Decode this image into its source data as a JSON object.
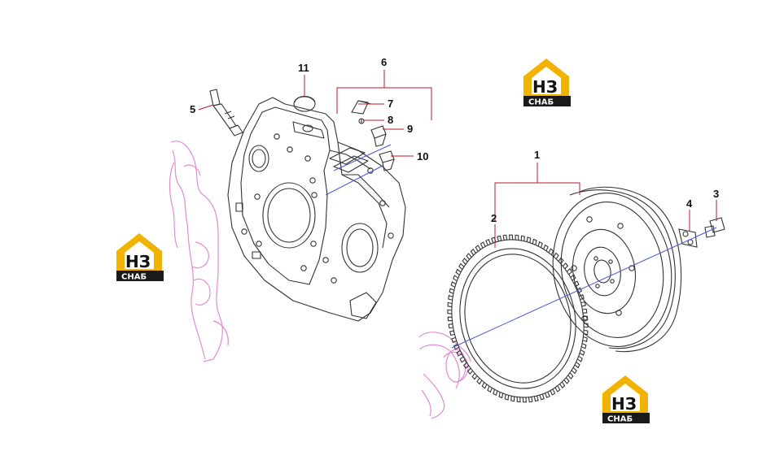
{
  "callouts": {
    "c1": "1",
    "c2": "2",
    "c3": "3",
    "c4": "4",
    "c5": "5",
    "c6": "6",
    "c7": "7",
    "c8": "8",
    "c9": "9",
    "c10": "10",
    "c11": "11"
  },
  "watermark": {
    "top": "НЗ",
    "bottom": "СНАБ",
    "accent": "#f2b300",
    "dark": "#1a1a1a"
  },
  "colors": {
    "leader": "#c0192b",
    "part": "#333333",
    "ghost": "#e58ad6",
    "axis": "#4b5bd1"
  }
}
